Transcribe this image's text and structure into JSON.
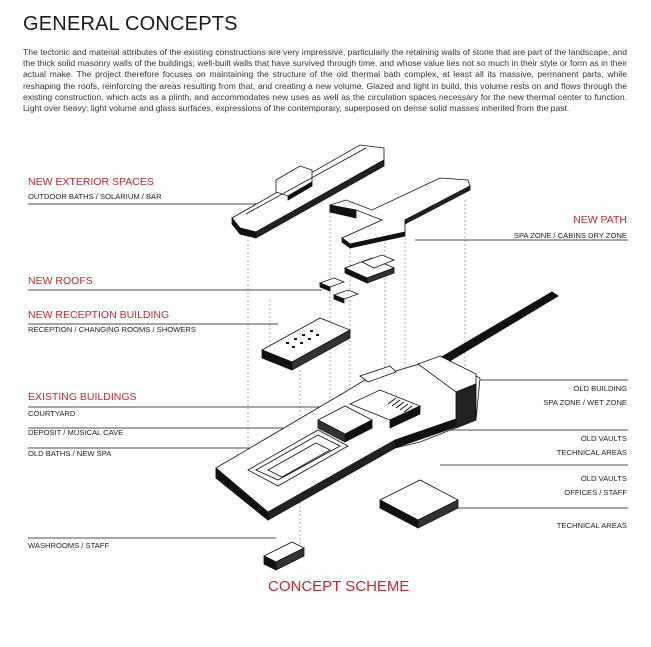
{
  "title": "GENERAL CONCEPTS",
  "intro": "The tectonic and material attributes of the existing constructions are very impressive, particularly the retaining walls of stone that are part of the landscape, and the thick solid masonry walls of the buildings; well-built walls that have survived through time, and whose value lies not so much in their style or form as in their actual make. The project therefore focuses on maintaining the structure of the old thermal bath complex, at least all its massive, permanent parts, while reshaping the roofs, reinforcing the areas resulting from that, and creating a new volume. Glazed and light in build, this volume rests on and flows through the existing construction, which acts as a plinth, and accommodates new uses as well as the circulation spaces necessary for the new thermal center to function. Light over heavy: light volume and glass surfaces, expressions of the contemporary, superposed on dense solid masses inherited from the past.",
  "labels": {
    "new_exterior_spaces": "NEW EXTERIOR SPACES",
    "outdoor_baths": "OUTDOOR BATHS / SOLARIUM / BAR",
    "new_path": "NEW PATH",
    "spa_zone_cabins": "SPA ZONE / CABINS DRY ZONE",
    "new_roofs": "NEW ROOFS",
    "new_reception_building": "NEW RECEPTION BUILDING",
    "reception_changing": "RECEPTION / CHANGING ROOMS / SHOWERS",
    "existing_buildings": "EXISTING BUILDINGS",
    "courtyard": "COURTYARD",
    "deposit_musical_cave": "DEPOSIT / MUSICAL CAVE",
    "old_baths_new_spa": "OLD BATHS / NEW SPA",
    "washrooms_staff": "WASHROOMS / STAFF",
    "old_building": "OLD BUILDING",
    "spa_zone_wet": "SPA ZONE / WET ZONE",
    "old_vaults_1": "OLD VAULTS",
    "technical_areas_1": "TECHNICAL AREAS",
    "old_vaults_2": "OLD VAULTS",
    "offices_staff": "OFFICES / STAFF",
    "technical_areas_2": "TECHNICAL AREAS"
  },
  "caption": "CONCEPT SCHEME",
  "colors": {
    "accent": "#c0272d",
    "ink": "#111111"
  }
}
